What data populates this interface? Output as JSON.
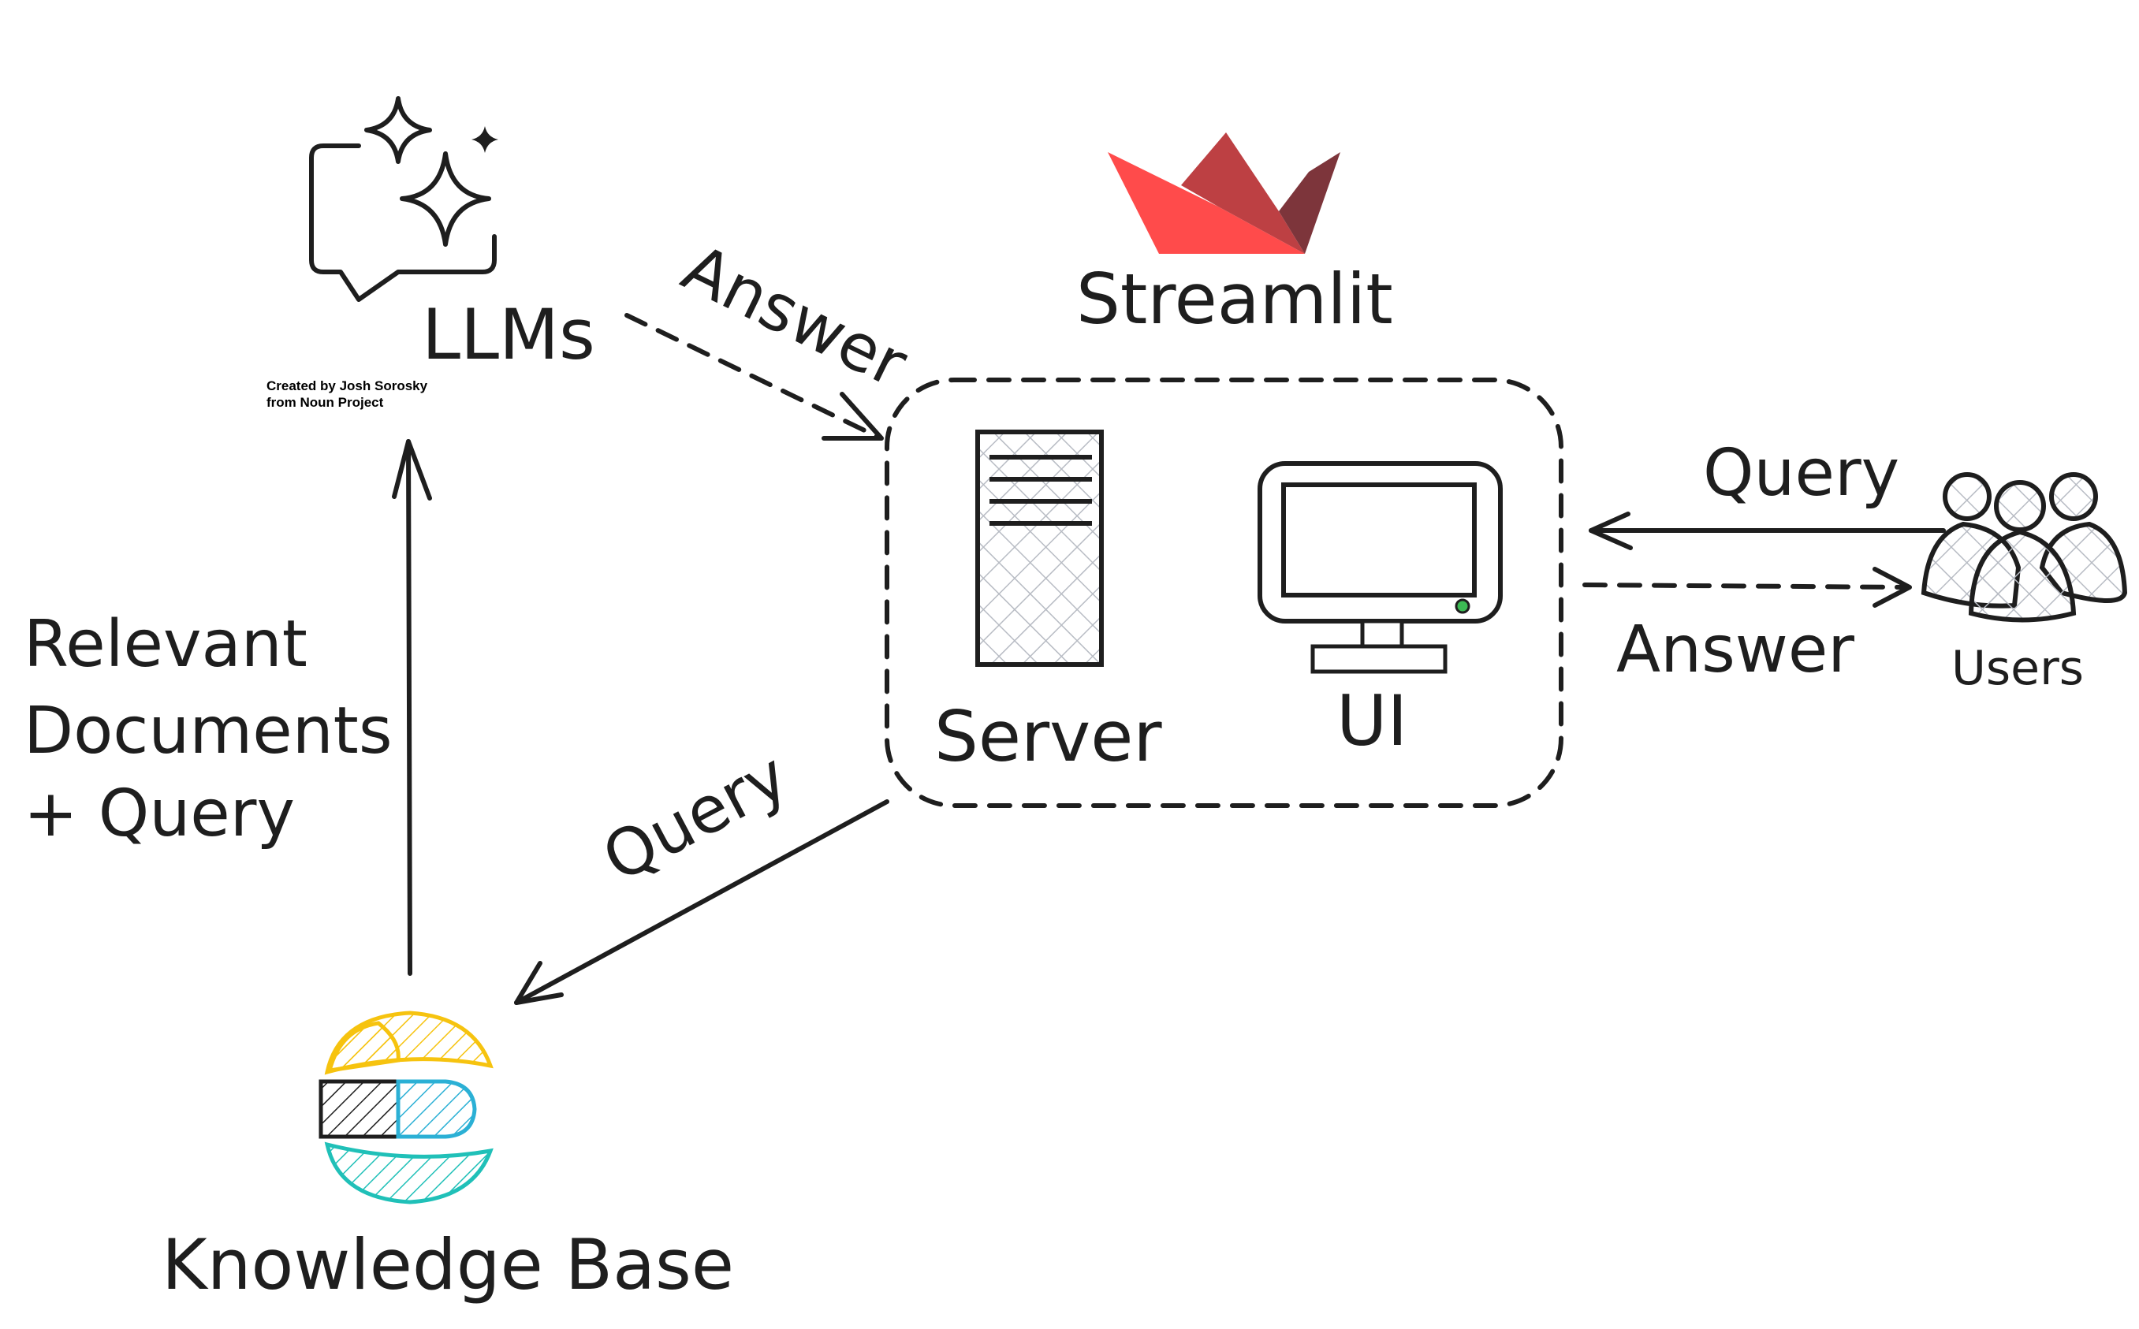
{
  "labels": {
    "llms": "LLMs",
    "credit_line1": "Created by Josh Sorosky",
    "credit_line2": "from Noun Project",
    "streamlit": "Streamlit",
    "server": "Server",
    "ui": "UI",
    "users": "Users",
    "knowledge_base": "Knowledge Base",
    "relevant_line1": "Relevant",
    "relevant_line2": "Documents",
    "relevant_line3": "+ Query"
  },
  "edges": [
    {
      "from": "llms",
      "to": "app",
      "label": "Answer",
      "style": "dashed"
    },
    {
      "from": "users",
      "to": "app",
      "label": "Query",
      "style": "solid"
    },
    {
      "from": "app",
      "to": "users",
      "label": "Answer",
      "style": "dashed"
    },
    {
      "from": "app",
      "to": "knowledge_base",
      "label": "Query",
      "style": "solid"
    },
    {
      "from": "knowledge_base",
      "to": "llms",
      "label": "Relevant Documents + Query",
      "style": "solid"
    }
  ],
  "colors": {
    "ink": "#1e1e1e",
    "streamlit_red": "#ff4b4b",
    "streamlit_mid": "#bd4043",
    "streamlit_dark": "#7d353b",
    "elastic_yellow": "#f6c30f",
    "elastic_blue": "#2bb0d5",
    "elastic_teal": "#20c0b8",
    "power_led": "#3cba54"
  },
  "icons": [
    "llm-chat-sparkle-icon",
    "streamlit-logo-icon",
    "server-tower-icon",
    "monitor-icon",
    "users-group-icon",
    "elastic-logo-icon"
  ]
}
